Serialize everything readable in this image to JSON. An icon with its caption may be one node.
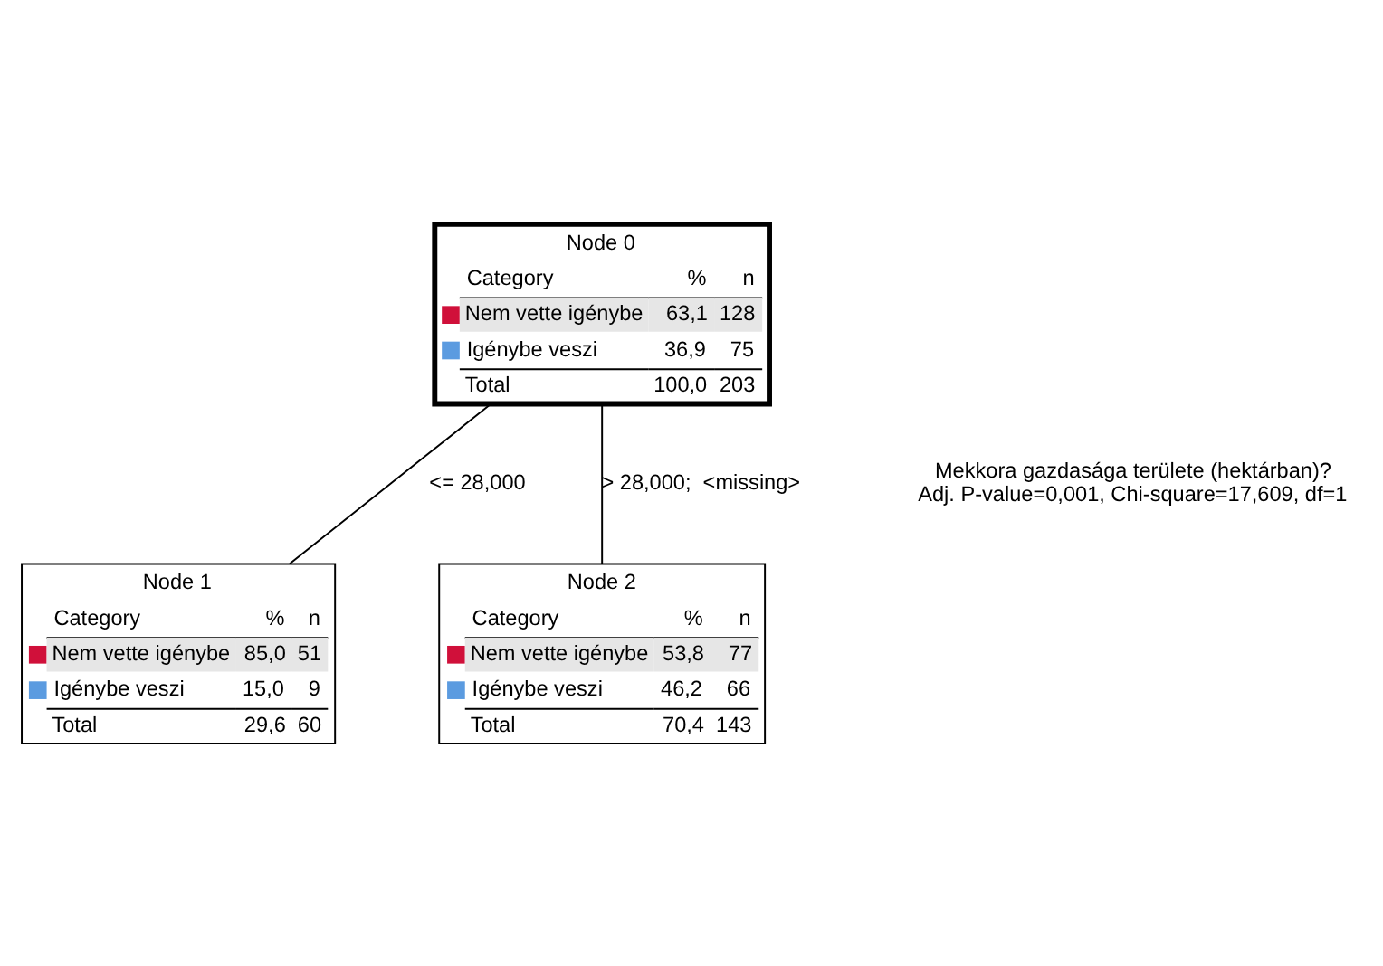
{
  "diagram": {
    "nodes": [
      {
        "text": [
          "Node 0",
          "Category",
          "%",
          "n",
          "Nem vette igénybe",
          "63,1",
          "128",
          "Igénybe veszi",
          "36,9",
          "75",
          "Total",
          "100,0",
          "203"
        ]
      },
      {
        "text": [
          "Node 1",
          "Category",
          "%",
          "n",
          "Nem vette igénybe",
          "85,0",
          "51",
          "Igénybe veszi",
          "15,0",
          "9",
          "Total",
          "29,6",
          "60"
        ]
      },
      {
        "text": [
          "Node 2",
          "Category",
          "%",
          "n",
          "Nem vette igénybe",
          "53,8",
          "77",
          "Igénybe veszi",
          "46,2",
          "66",
          "Total",
          "70,4",
          "143"
        ]
      }
    ],
    "edges": [
      {
        "from": 0,
        "to": 1,
        "arrow": "none",
        "label": "<= 28,000"
      },
      {
        "from": 0,
        "to": 2,
        "arrow": "none",
        "label": "> 28,000;  <missing>"
      }
    ],
    "labels": [
      "Mekkora gazdasága területe (hektárban)?",
      "Adj. P-value=0,001, Chi-square=17,609, df=1"
    ]
  }
}
